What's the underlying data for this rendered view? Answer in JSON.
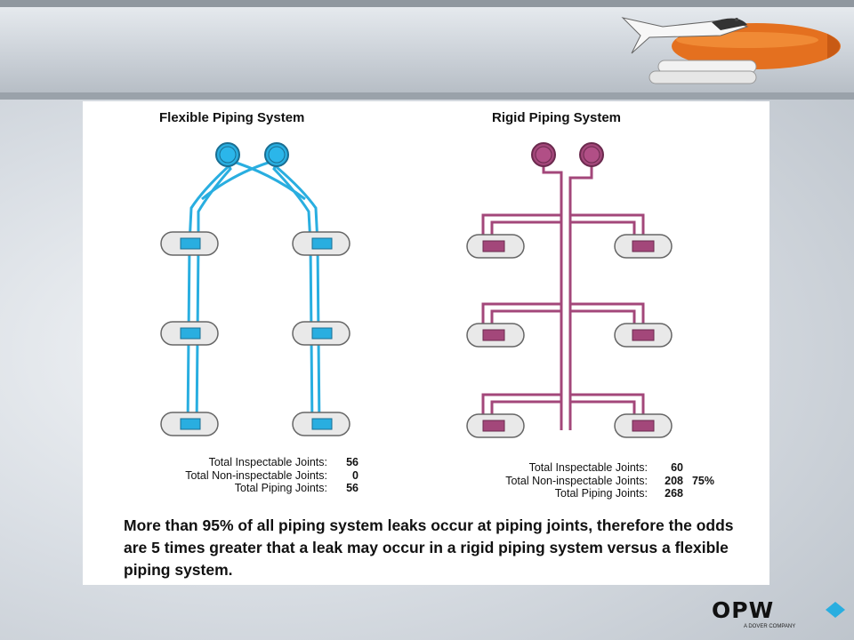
{
  "flexible": {
    "title": "Flexible Piping System",
    "pipe_color": "#29aee0",
    "totals": [
      {
        "label": "Total Inspectable Joints:",
        "value": "56"
      },
      {
        "label": "Total Non-inspectable Joints:",
        "value": "0"
      },
      {
        "label": "Total Piping Joints:",
        "value": "56"
      }
    ]
  },
  "rigid": {
    "title": "Rigid Piping System",
    "pipe_color": "#a3477a",
    "totals": [
      {
        "label": "Total Inspectable Joints:",
        "value": "60"
      },
      {
        "label": "Total Non-inspectable Joints:",
        "value": "208",
        "extra": "75%"
      },
      {
        "label": "Total Piping Joints:",
        "value": "268"
      }
    ]
  },
  "conclusion": "More than 95% of all piping system leaks occur at piping joints, therefore the odds are 5 times greater that a leak may occur in a rigid piping system versus a flexible piping system.",
  "logo": {
    "name": "OPW",
    "tagline": "A DOVER COMPANY",
    "color": "#29aee0"
  }
}
